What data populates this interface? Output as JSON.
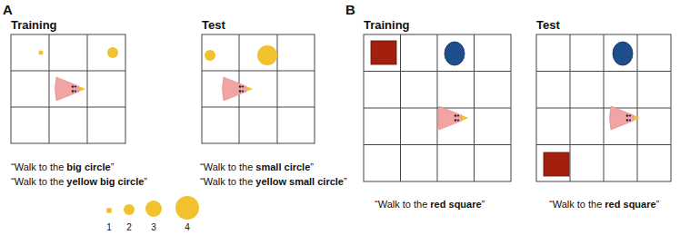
{
  "diagram": {
    "labels": [
      "A",
      "Training",
      "Test",
      "“Walk to the ",
      "big circle",
      "”",
      "“Walk to the ",
      "yellow big circle",
      "”",
      "“Walk to the ",
      "small circle",
      "”",
      "“Walk to the ",
      "yellow small circle",
      "”",
      "1",
      "2",
      "3",
      "4",
      "B",
      "Training",
      "“Walk to the ",
      "red square",
      "”",
      "Test",
      "“Walk to the ",
      "red square",
      "”"
    ]
  }
}
